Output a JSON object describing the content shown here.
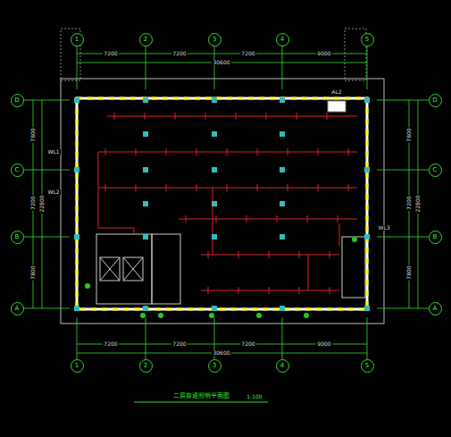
{
  "diagram": {
    "title": "二层普通照明平面图",
    "nodes": [
      {
        "text": [
          "1"
        ]
      },
      {
        "text": [
          "2"
        ]
      },
      {
        "text": [
          "3"
        ]
      },
      {
        "text": [
          "4"
        ]
      },
      {
        "text": [
          "5"
        ]
      },
      {
        "text": [
          "D"
        ]
      },
      {
        "text": [
          "D"
        ]
      },
      {
        "text": [
          "C"
        ]
      },
      {
        "text": [
          "C"
        ]
      },
      {
        "text": [
          "B"
        ]
      },
      {
        "text": [
          "B"
        ]
      },
      {
        "text": [
          "A"
        ]
      },
      {
        "text": [
          "A"
        ]
      },
      {
        "text": [
          "1"
        ]
      },
      {
        "text": [
          "2"
        ]
      },
      {
        "text": [
          "3"
        ]
      },
      {
        "text": [
          "4"
        ]
      },
      {
        "text": [
          "5"
        ]
      }
    ],
    "labels": [
      "1:100",
      "7200",
      "7200",
      "7200",
      "9000",
      "30600",
      "7200",
      "7200",
      "7200",
      "9000",
      "30600",
      "7800",
      "7200",
      "7800",
      "22800",
      "7800",
      "7200",
      "7800",
      "22800",
      "AL2",
      "WL1",
      "WL2",
      "WL3"
    ]
  }
}
